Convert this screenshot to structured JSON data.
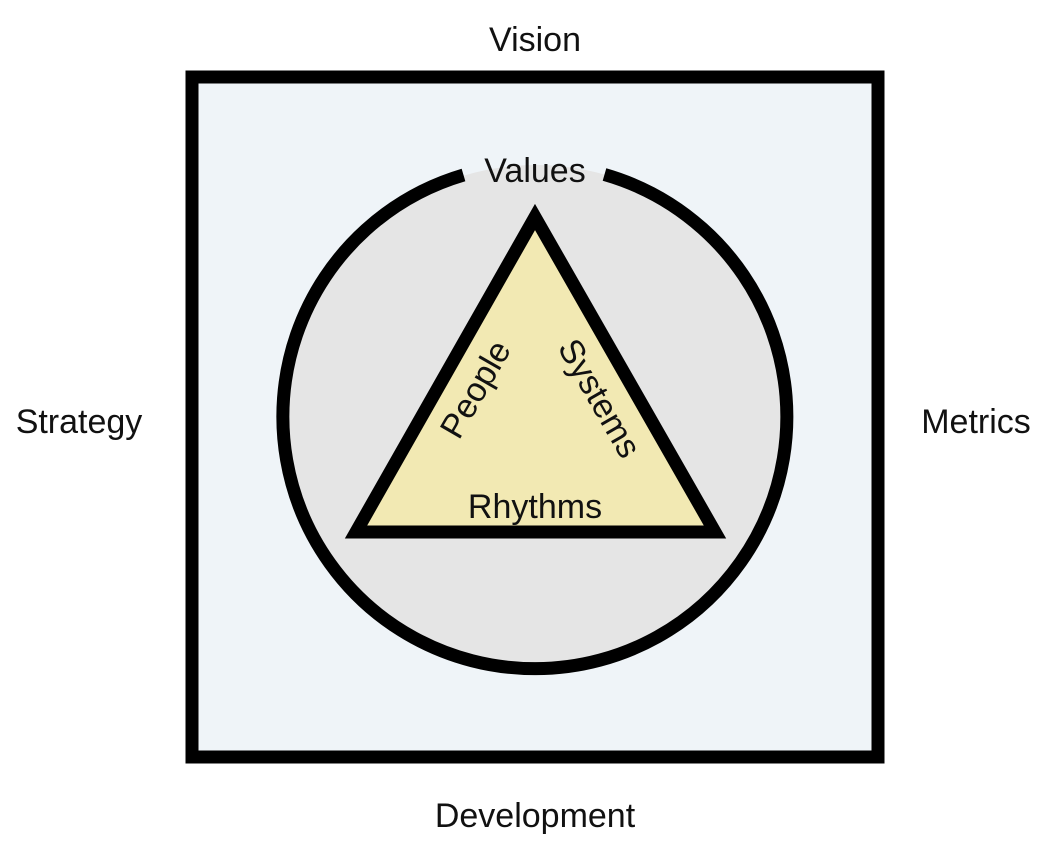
{
  "labels": {
    "top": "Vision",
    "left": "Strategy",
    "right": "Metrics",
    "bottom": "Development",
    "circle": "Values",
    "triangle_left": "People",
    "triangle_right": "Systems",
    "triangle_bottom": "Rhythms"
  },
  "colors": {
    "square_fill": "#eff4f8",
    "circle_fill": "#e5e5e5",
    "triangle_fill": "#f2e9b3",
    "stroke": "#000000",
    "text": "#111111"
  }
}
